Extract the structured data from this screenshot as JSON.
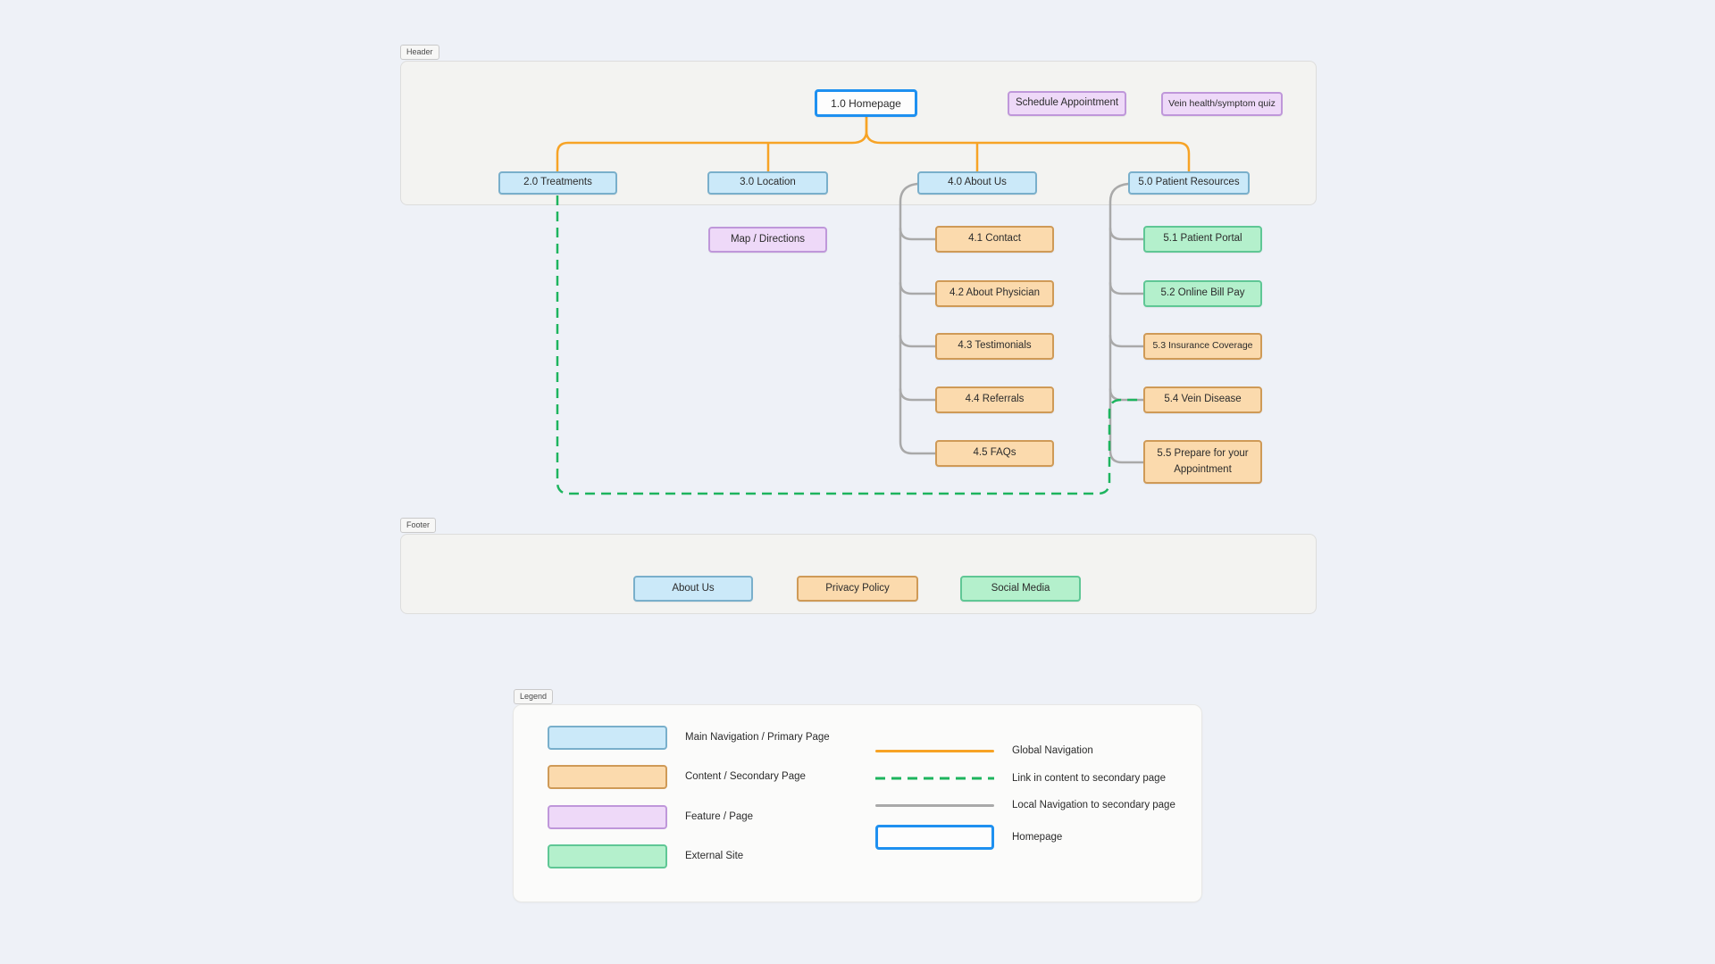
{
  "frames": {
    "header_tag": "Header",
    "footer_tag": "Footer",
    "legend_tag": "Legend"
  },
  "header": {
    "homepage": "1.0 Homepage",
    "schedule_appointment": "Schedule Appointment",
    "vein_quiz": "Vein health/symptom quiz",
    "nav": [
      "2.0 Treatments",
      "3.0 Location",
      "4.0 About Us",
      "5.0 Patient Resources"
    ]
  },
  "pages": {
    "map_directions": "Map / Directions",
    "about_children": [
      "4.1 Contact",
      "4.2 About Physician",
      "4.3 Testimonials",
      "4.4 Referrals",
      "4.5 FAQs"
    ],
    "resources_children": [
      "5.1 Patient Portal",
      "5.2 Online Bill Pay",
      "5.3 Insurance Coverage",
      "5.4 Vein Disease",
      "5.5 Prepare for your Appointment"
    ]
  },
  "footer": {
    "items": [
      "About Us",
      "Privacy Policy",
      "Social Media"
    ]
  },
  "legend": {
    "swatches": [
      {
        "label": "Main Navigation / Primary Page"
      },
      {
        "label": "Content / Secondary Page"
      },
      {
        "label": "Feature / Page"
      },
      {
        "label": "External Site"
      }
    ],
    "lines": [
      {
        "label": "Global Navigation"
      },
      {
        "label": "Link in content to secondary page"
      },
      {
        "label": "Local Navigation to secondary page"
      },
      {
        "label": "Homepage"
      }
    ]
  },
  "colors": {
    "primary_page": "#cbe9f9",
    "secondary_page": "#fbdaad",
    "feature_page": "#eed9f8",
    "external_site": "#b4f0cc",
    "homepage_border": "#1e90f0",
    "global_navigation": "#f7a325",
    "content_link": "#1db45e",
    "local_navigation": "#a9a9a9"
  }
}
